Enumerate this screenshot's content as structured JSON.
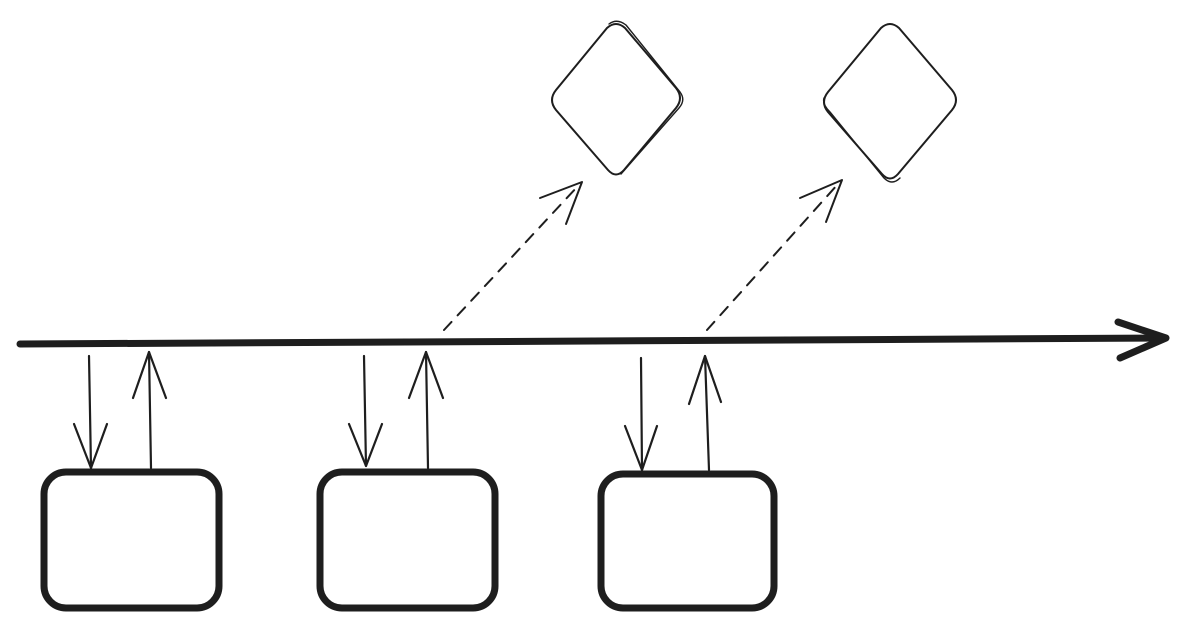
{
  "diagram": {
    "colors": {
      "ink": "#1e1e1e",
      "background": "#ffffff"
    },
    "timeline": {
      "arrow_head": "open-chevron"
    },
    "process_boxes": [
      {
        "name": "box-1",
        "shape": "rounded-rectangle"
      },
      {
        "name": "box-2",
        "shape": "rounded-rectangle"
      },
      {
        "name": "box-3",
        "shape": "rounded-rectangle"
      }
    ],
    "decision_nodes": [
      {
        "name": "diamond-1",
        "shape": "diamond"
      },
      {
        "name": "diamond-2",
        "shape": "diamond"
      }
    ],
    "connectors": {
      "down_arrows": 3,
      "up_arrows": 3,
      "dashed_arrows": 2
    }
  }
}
